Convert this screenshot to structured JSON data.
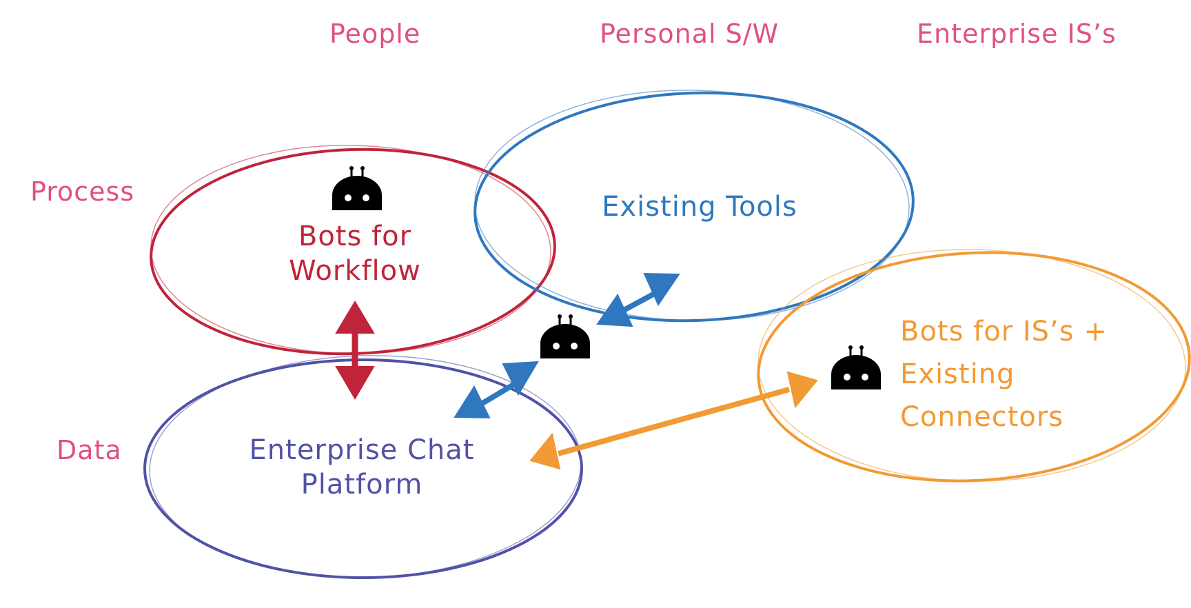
{
  "column_headers": {
    "people": "People",
    "personal_sw": "Personal S/W",
    "enterprise_is": "Enterprise IS’s"
  },
  "row_headers": {
    "process": "Process",
    "data": "Data"
  },
  "nodes": {
    "workflow_bots": {
      "line1": "Bots for",
      "line2": "Workflow"
    },
    "existing_tools": {
      "line1": "Existing Tools"
    },
    "chat_platform": {
      "line1": "Enterprise Chat",
      "line2": "Platform"
    },
    "is_bots": {
      "line1": "Bots for IS’s +",
      "line2": "Existing",
      "line3": "Connectors"
    }
  },
  "colors": {
    "header_pink": "#e04f86",
    "workflow_red": "#c0243a",
    "tools_blue": "#2f78bf",
    "chat_purple": "#5152a6",
    "is_orange": "#f29a33",
    "bot_black": "#000000"
  },
  "icons": [
    "robot-icon"
  ]
}
